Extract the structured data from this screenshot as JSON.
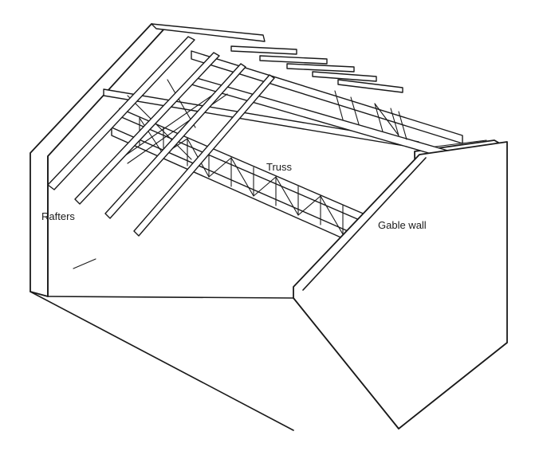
{
  "labels": {
    "rafters": "Rafters",
    "truss": "Truss",
    "gable_wall": "Gable wall"
  }
}
